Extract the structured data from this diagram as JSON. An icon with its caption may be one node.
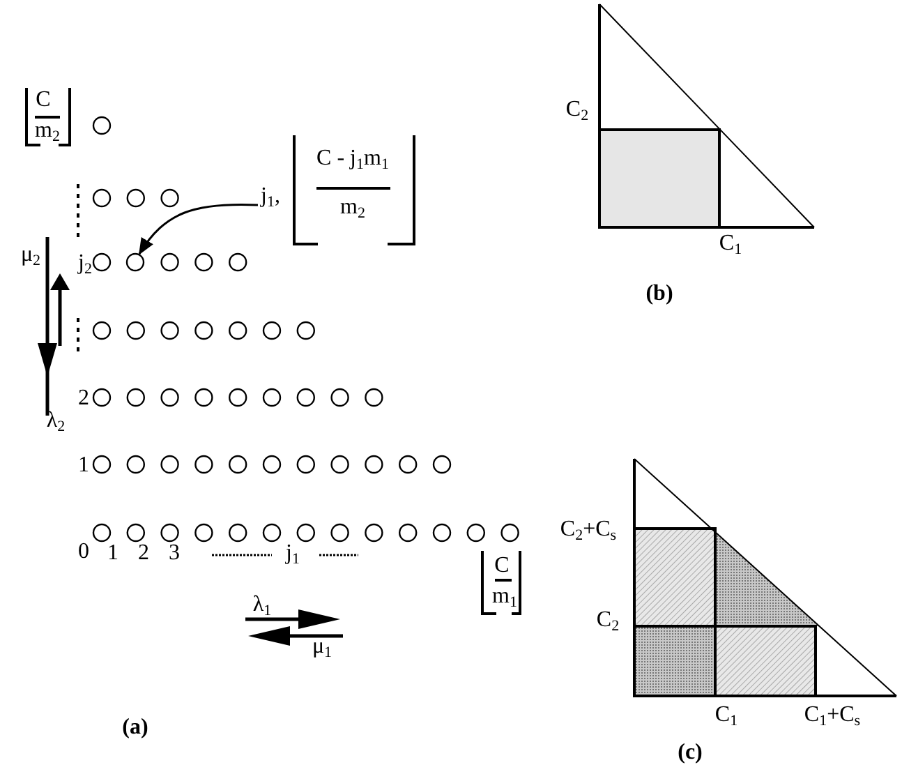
{
  "diagram": {
    "nodes": [
      {
        "text": [
          "j$_{1}$,",
          "C - j$_{1}$m$_{1}$",
          "m$_{2}$"
        ]
      },
      {
        "text": [],
        "shape": "circle"
      }
    ],
    "edges": [
      {
        "from": 0,
        "to": 1,
        "arrow": "to"
      }
    ],
    "labels": [
      "C",
      "m$_{2}$",
      "μ$_{2}$",
      "j$_{2}$",
      "λ$_{2}$",
      "2",
      "1",
      "0",
      "1",
      "2",
      "3",
      "j$_{1}$",
      "C",
      "m$_{1}$",
      "λ$_{1}$",
      "μ$_{1}$",
      "(a)",
      "C$_{2}$",
      "C$_{1}$",
      "(b)",
      "C$_{2}$+C$_{s}$",
      "C$_{2}$",
      "C$_{1}$",
      "C$_{1}$+C$_{s}$",
      "(c)"
    ]
  }
}
